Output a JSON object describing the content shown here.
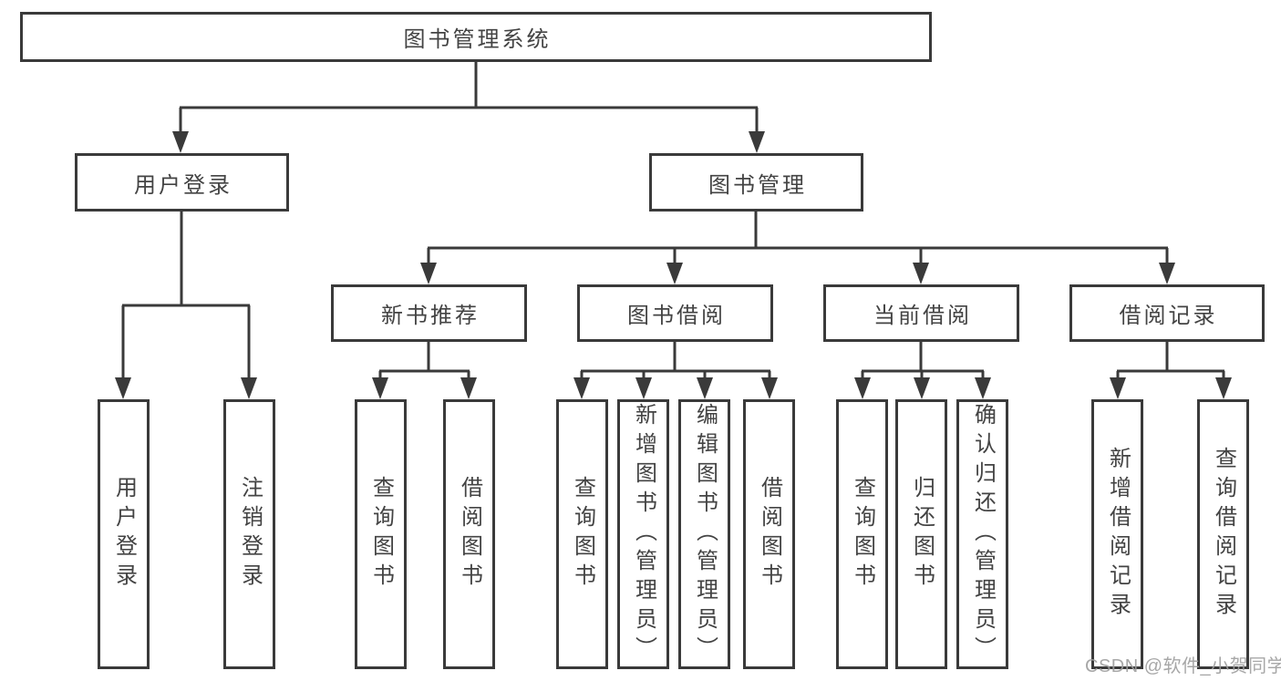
{
  "tree": {
    "root": "图书管理系统",
    "branches": [
      {
        "label": "用户登录",
        "children": [
          "用户登录",
          "注销登录"
        ]
      },
      {
        "label": "图书管理",
        "groups": [
          {
            "label": "新书推荐",
            "children": [
              "查询图书",
              "借阅图书"
            ]
          },
          {
            "label": "图书借阅",
            "children": [
              "查询图书",
              "新增图书（管理员）",
              "编辑图书（管理员）",
              "借阅图书"
            ]
          },
          {
            "label": "当前借阅",
            "children": [
              "查询图书",
              "归还图书",
              "确认归还（管理员）"
            ]
          },
          {
            "label": "借阅记录",
            "children": [
              "新增借阅记录",
              "查询借阅记录"
            ]
          }
        ]
      }
    ]
  },
  "watermark": "CSDN @软件_小贺同学",
  "colors": {
    "line": "#3a3a3a",
    "text": "#434343",
    "background": "#ffffff",
    "watermark": "#9e9e9e"
  }
}
